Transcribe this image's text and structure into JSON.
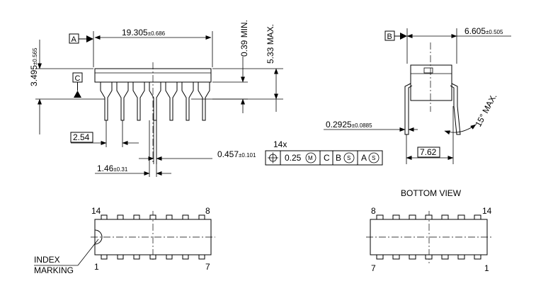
{
  "datums": {
    "a": "A",
    "b": "B",
    "c": "C"
  },
  "dims": {
    "length_main": "19.305",
    "length_tol": "±0.686",
    "height_main": "3.495",
    "height_tol": "±0.565",
    "standoff": "0.39 MIN.",
    "seated_height": "5.33 MAX.",
    "pitch": "2.54",
    "lead_width_main": "1.46",
    "lead_width_tol": "±0.31",
    "lead_small_main": "0.457",
    "lead_small_tol": "±0.101",
    "width_main": "6.605",
    "width_tol": "±0.505",
    "thick_main": "0.2925",
    "thick_tol": "±0.0885",
    "row_spacing": "7.62",
    "angle": "15° MAX."
  },
  "tolerance_frame": {
    "count": "14x",
    "value": "0.25",
    "modifier": "M",
    "ref1": "C",
    "ref2": "B",
    "ref3": "A",
    "s": "S"
  },
  "labels": {
    "bottom_view": "BOTTOM VIEW",
    "index_1": "INDEX",
    "index_2": "MARKING"
  },
  "pins": {
    "top_tl": "14",
    "top_tr": "8",
    "top_bl": "1",
    "top_br": "7",
    "bot_tl": "8",
    "bot_tr": "14",
    "bot_bl": "7",
    "bot_br": "1"
  }
}
